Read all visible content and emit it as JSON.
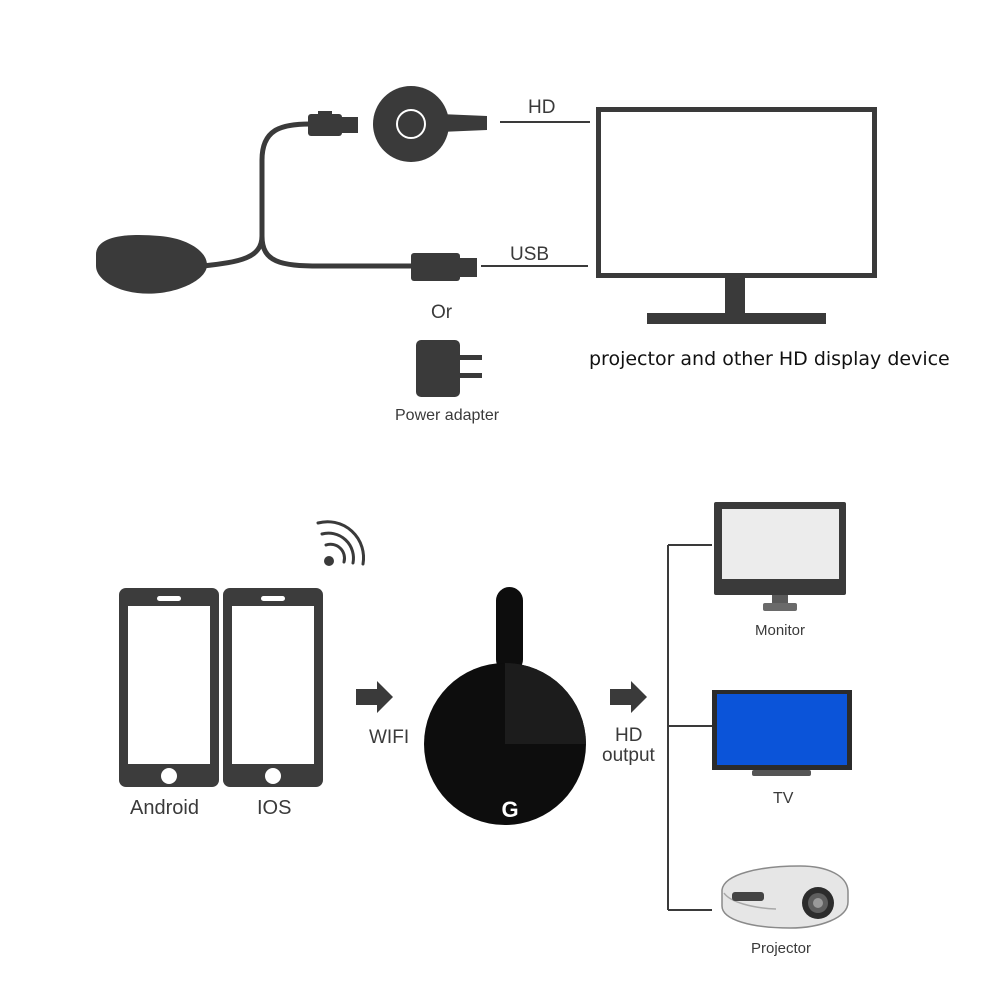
{
  "top_diagram": {
    "hd_label": "HD",
    "usb_label": "USB",
    "or_label": "Or",
    "power_adapter_label": "Power adapter",
    "display_label": "projector and other HD display device"
  },
  "bottom_diagram": {
    "android_label": "Android",
    "ios_label": "IOS",
    "wifi_label": "WIFI",
    "hd_label": "HD",
    "output_label": "output",
    "dongle_logo": "G",
    "monitor_label": "Monitor",
    "tv_label": "TV",
    "projector_label": "Projector"
  },
  "colors": {
    "device_dark": "#3a3a3a",
    "phone_frame": "#3c3c3c",
    "tv_screen": "#0b54d9",
    "dongle": "#0d0d0d"
  }
}
